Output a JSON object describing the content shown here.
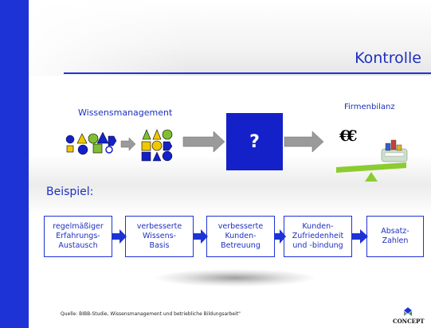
{
  "title": "Kontrolle",
  "labels": {
    "wissensmanagement": "Wissensmanagement",
    "firmenbilanz": "Firmenbilanz",
    "question": "?",
    "euro": "€€",
    "beispiel": "Beispiel:"
  },
  "steps": [
    {
      "label": "regelmäßiger\nErfahrungs-\nAustausch"
    },
    {
      "label": "verbesserte\nWissens-\nBasis"
    },
    {
      "label": "verbesserte\nKunden-\nBetreuung"
    },
    {
      "label": "Kunden-\nZufriedenheit\nund -bindung"
    },
    {
      "label": "Absatz-\nZahlen"
    }
  ],
  "footer": {
    "source": "Quelle: BIBB-Studie, Wissensmanagement und betriebliche Bildungsarbeit\"",
    "logo_text": "CONCEPT"
  },
  "colors": {
    "accent_blue": "#1d33d6",
    "dark_blue": "#1421c8",
    "arrow_gray": "#9a9a9a",
    "shape_yellow": "#f0c800",
    "shape_green": "#80c030",
    "balance_green": "#8ccc30"
  }
}
